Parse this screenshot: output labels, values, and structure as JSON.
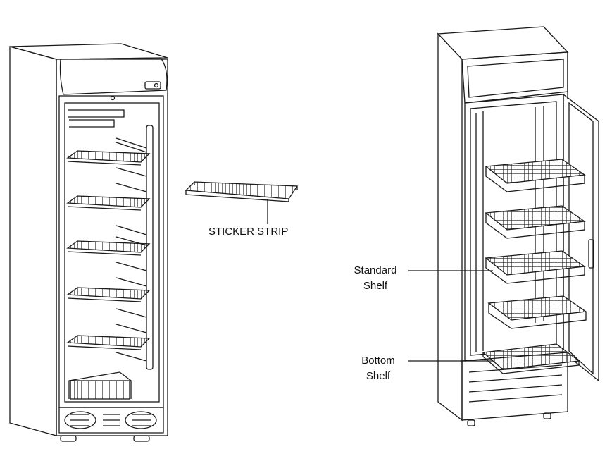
{
  "labels": {
    "sticker_strip": "STICKER STRIP",
    "standard_shelf_line1": "Standard",
    "standard_shelf_line2": "Shelf",
    "bottom_shelf_line1": "Bottom",
    "bottom_shelf_line2": "Shelf"
  },
  "colors": {
    "line": "#1a1a1a",
    "background": "#ffffff"
  },
  "figure": {
    "left_cooler_shelves": 5,
    "right_cooler_wire_shelves": 4,
    "right_cooler_bottom_shelf": 1
  }
}
